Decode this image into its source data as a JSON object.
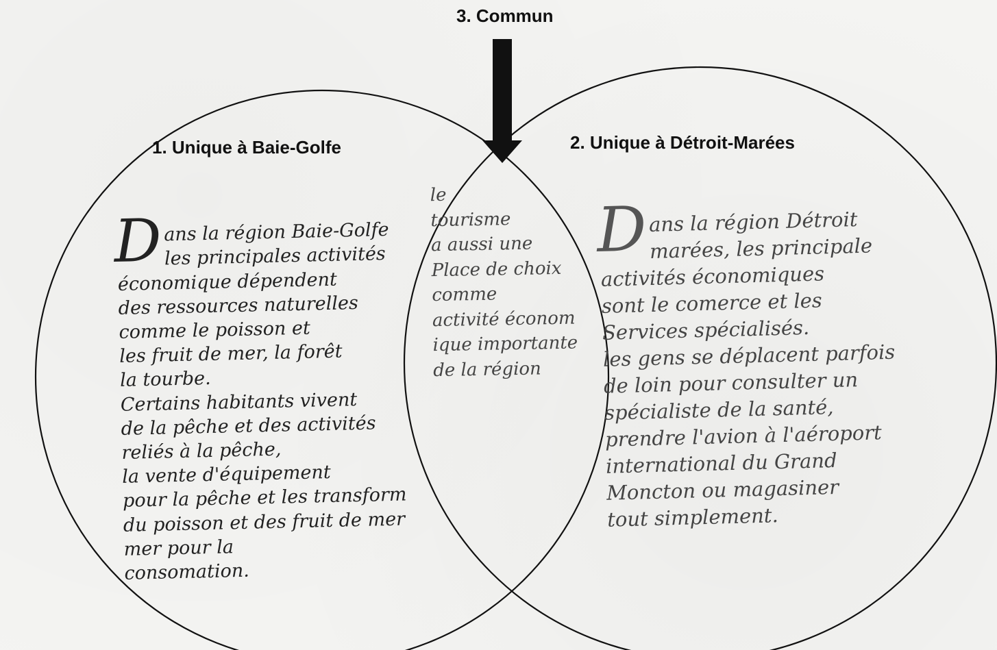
{
  "diagram": {
    "sections": {
      "common": {
        "heading": "3. Commun",
        "text": "le\ntourisme\na aussi une\nPlace de choix\ncomme\nactivité économ\nique importante\nde la région"
      },
      "left": {
        "heading": "1.   Unique à Baie-Golfe",
        "dropcap": "D",
        "text": "ans la région Baie-Golfe\nles principales activités\néconomique dépendent\ndes ressources naturelles\ncomme le poisson et\nles fruit de mer, la forêt\nla tourbe.\nCertains habitants vivent\nde la pêche et des activités\nreliés à la pêche,\nla vente d'équipement\npour la pêche et les transform\ndu poisson et des fruit de mer\nmer pour la\nconsomation."
      },
      "right": {
        "heading": "2. Unique à Détroit-Marées",
        "dropcap": "D",
        "text": "ans la région Détroit\nmarées, les principale\nactivités économiques\nsont le comerce et les\nServices spécialisés.\nles gens se déplacent parfois\nde loin pour consulter un\nspécialiste de la santé,\nprendre l'avion à l'aéroport\ninternational du Grand\nMoncton ou magasiner\ntout simplement."
      }
    },
    "colors": {
      "ink": "#1a1a1a",
      "pencil": "#555555",
      "paper": "#f4f4f2",
      "arrow": "#111111"
    }
  }
}
